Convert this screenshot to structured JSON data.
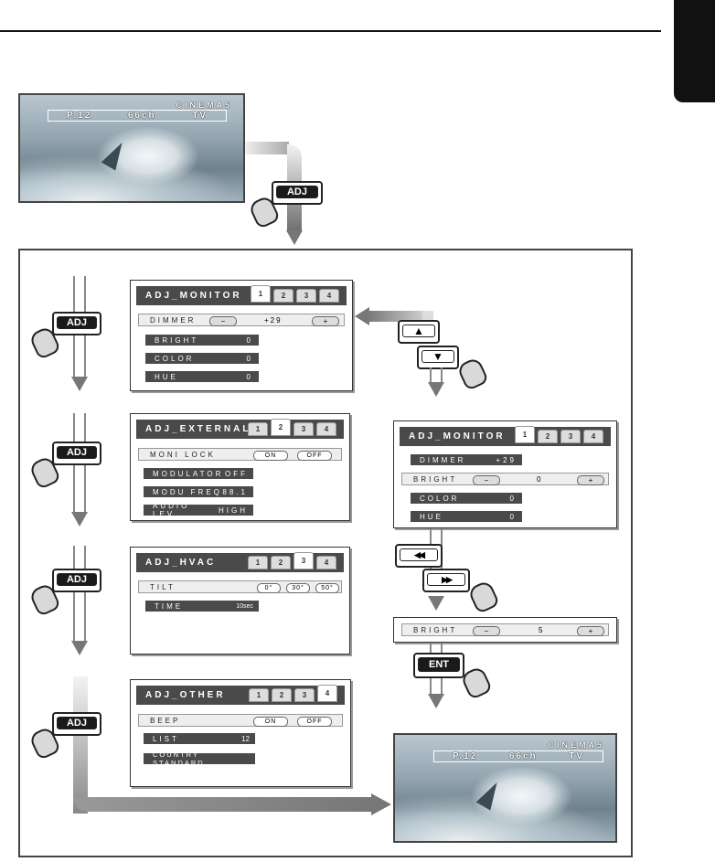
{
  "tv": {
    "mode": "CINEMA5",
    "preset": "P.12",
    "channel": "66ch",
    "source": "TV"
  },
  "keys": {
    "adj": "ADJ",
    "up": "▲",
    "down": "▼",
    "rew": "◀◀",
    "ff": "▶▶",
    "ent": "ENT"
  },
  "menus": {
    "monitor": {
      "title": "ADJ_MONITOR",
      "tabs": [
        "1",
        "2",
        "3",
        "4"
      ],
      "dimmer_label": "DIMMER",
      "dimmer_value": "+29",
      "bright_label": "BRIGHT",
      "bright_value": "0",
      "color_label": "COLOR",
      "color_value": "0",
      "hue_label": "HUE",
      "hue_value": "0",
      "minus": "−",
      "plus": "+"
    },
    "external": {
      "title": "ADJ_EXTERNAL",
      "tabs": [
        "1",
        "2",
        "3",
        "4"
      ],
      "moni_lock": "MONI LOCK",
      "on": "ON",
      "off": "OFF",
      "modulator_label": "MODULATOR",
      "modulator_value": "OFF",
      "modu_freq_label": "MODU FREQ",
      "modu_freq_value": "88.1",
      "audio_lev_label": "AUDIO LEV.",
      "audio_lev_value": "HIGH"
    },
    "hvac": {
      "title": "ADJ_HVAC",
      "tabs": [
        "1",
        "2",
        "3",
        "4"
      ],
      "tilt_label": "TILT",
      "tilt_opts": [
        "0°",
        "30°",
        "50°"
      ],
      "time_label": "TIME",
      "time_value": "10sec"
    },
    "other": {
      "title": "ADJ_OTHER",
      "tabs": [
        "1",
        "2",
        "3",
        "4"
      ],
      "beep_label": "BEEP",
      "on": "ON",
      "off": "OFF",
      "list_label": "LIST",
      "list_value": "12",
      "country_label": "COUNTRY STANDARD"
    },
    "monitor_bright": {
      "title": "ADJ_MONITOR",
      "tabs": [
        "1",
        "2",
        "3",
        "4"
      ],
      "dimmer_label": "DIMMER",
      "dimmer_value": "+29",
      "bright_label": "BRIGHT",
      "bright_value": "0",
      "color_label": "COLOR",
      "color_value": "0",
      "hue_label": "HUE",
      "hue_value": "0",
      "minus": "−",
      "plus": "+"
    },
    "bright_bar": {
      "label": "BRIGHT",
      "value": "5",
      "minus": "−",
      "plus": "+"
    }
  },
  "colors": {
    "arrow": "#777777",
    "panel_bar": "#4a4a4a"
  }
}
